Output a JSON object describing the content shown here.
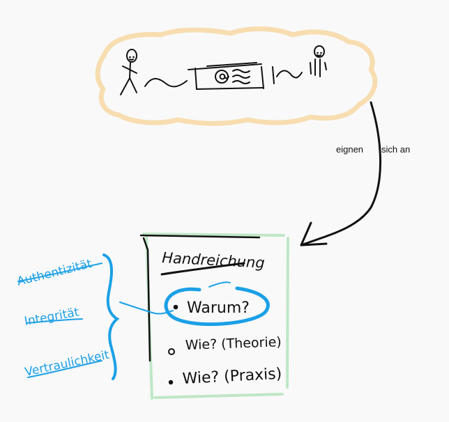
{
  "colors": {
    "background": "#f9f9f9",
    "ink": "#111111",
    "cloud_outline": "#f7ddb0",
    "box_outline": "#bfe7c6",
    "accent_blue": "#1ba0e6"
  },
  "arrow_label": {
    "left": "eignen",
    "right": "sich an"
  },
  "card": {
    "title": "Handreichung",
    "items": [
      "Warum?",
      "Wie? (Theorie)",
      "Wie? (Praxis)"
    ]
  },
  "aspects": [
    "Authentizität",
    "Integrität",
    "Vertraulichkeit"
  ],
  "icons": [
    "stick-figure-sender",
    "email-icon",
    "stick-figure-receiver"
  ]
}
